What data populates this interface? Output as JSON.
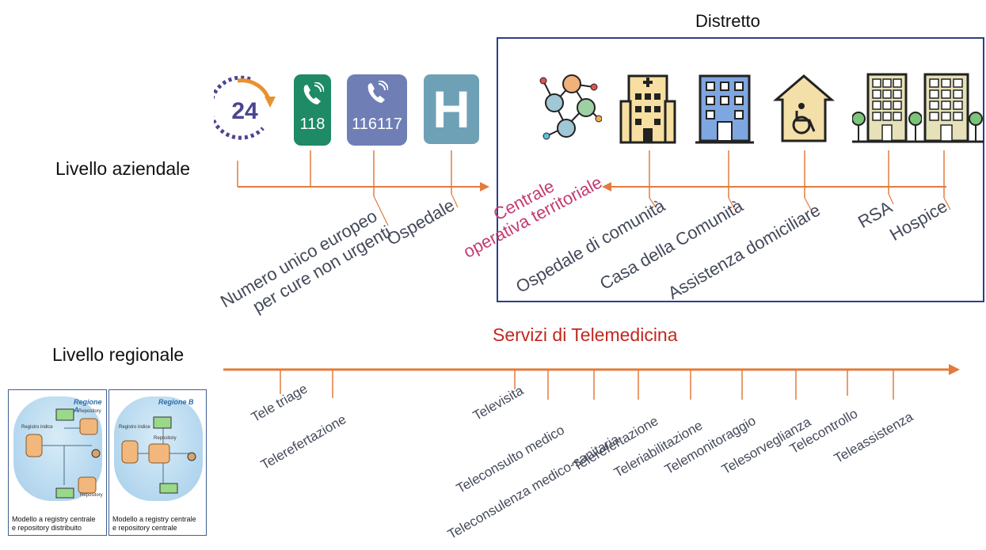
{
  "district": {
    "title": "Distretto"
  },
  "levels": {
    "aziendale": "Livello aziendale",
    "regionale": "Livello regionale"
  },
  "top_icons": {
    "clock_number": "24",
    "phone_118": "118",
    "phone_116117": "116117",
    "hospital_letter": "H"
  },
  "top_labels": {
    "numero_line1": "Numero unico europeo",
    "numero_line2": "per cure non urgenti",
    "ospedale": "Ospedale",
    "cot_line1": "Centrale",
    "cot_line2": "operativa territoriale",
    "ospedale_comunita": "Ospedale di comunità",
    "casa_comunita": "Casa della Comunità",
    "assistenza_domiciliare": "Assistenza domiciliare",
    "rsa": "RSA",
    "hospice": "Hospice"
  },
  "telemedicina": {
    "title": "Servizi di Telemedicina",
    "items": [
      "Tele triage",
      "Telerefertazione",
      "Televisita",
      "Teleconsulto medico",
      "Teleconsulenza medico-sanitaria",
      "Telerefertazione",
      "Teleriabilitazione",
      "Telemonitoraggio",
      "Telesorveglianza",
      "Telecontrollo",
      "Teleassistenza"
    ]
  },
  "models": [
    {
      "title": "Regione A",
      "caption_line1": "Modello a registry centrale",
      "caption_line2": "e repository distribuito",
      "labels": [
        "Registro indice",
        "Repository",
        "Repository"
      ]
    },
    {
      "title": "Regione B",
      "caption_line1": "Modello a registry centrale",
      "caption_line2": "e repository centrale",
      "labels": [
        "Registro indice",
        "Repository"
      ]
    }
  ],
  "colors": {
    "axis": "#e27b3d",
    "district_border": "#2f3f83",
    "cot": "#c43b72",
    "tele_title": "#c0281f",
    "phone_green": "#1e8a66",
    "phone_blue": "#6f7fb6",
    "hospital": "#6fa1b6"
  }
}
